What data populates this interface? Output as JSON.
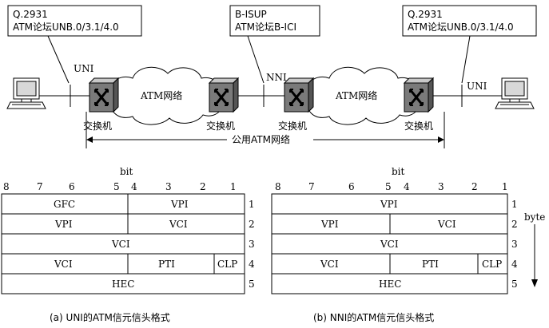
{
  "colors": {
    "stroke": "#000000",
    "switch_face": "#7a7a7a",
    "switch_top": "#c8c8c8",
    "screen": "#d8d8d8"
  },
  "top": {
    "callout_left": {
      "line1": "Q.2931",
      "line2": "ATM论坛UNB.0/3.1/4.0"
    },
    "callout_mid": {
      "line1": "B-ISUP",
      "line2": "ATM论坛B-ICI"
    },
    "callout_right": {
      "line1": "Q.2931",
      "line2": "ATM论坛UNB.0/3.1/4.0"
    },
    "uni_left": "UNI",
    "nni": "NNI",
    "uni_right": "UNI",
    "cloud_left": "ATM网络",
    "cloud_right": "ATM网络",
    "switches": [
      "交换机",
      "交换机",
      "交换机",
      "交换机"
    ],
    "public_net": "公用ATM网络"
  },
  "uni_table": {
    "bit_label": "bit",
    "bits": [
      "8",
      "7",
      "6",
      "5",
      "4",
      "3",
      "2",
      "1"
    ],
    "rows": [
      "1",
      "2",
      "3",
      "4",
      "5"
    ],
    "cells": {
      "gfc": "GFC",
      "vpi_r1": "VPI",
      "vpi_r2": "VPI",
      "vci_r2": "VCI",
      "vci_r3": "VCI",
      "vci_r4": "VCI",
      "pti": "PTI",
      "clp": "CLP",
      "hec": "HEC"
    },
    "caption": "(a)  UNI的ATM信元信头格式"
  },
  "nni_table": {
    "bit_label": "bit",
    "bits": [
      "8",
      "7",
      "6",
      "5",
      "4",
      "3",
      "2",
      "1"
    ],
    "rows": [
      "1",
      "2",
      "3",
      "4",
      "5"
    ],
    "byte_label": "byte",
    "cells": {
      "vpi_r1": "VPI",
      "vpi_r2": "VPI",
      "vci_r2": "VCI",
      "vci_r3": "VCI",
      "vci_r4": "VCI",
      "pti": "PTI",
      "clp": "CLP",
      "hec": "HEC"
    },
    "caption": "(b)  NNI的ATM信元信头格式"
  }
}
